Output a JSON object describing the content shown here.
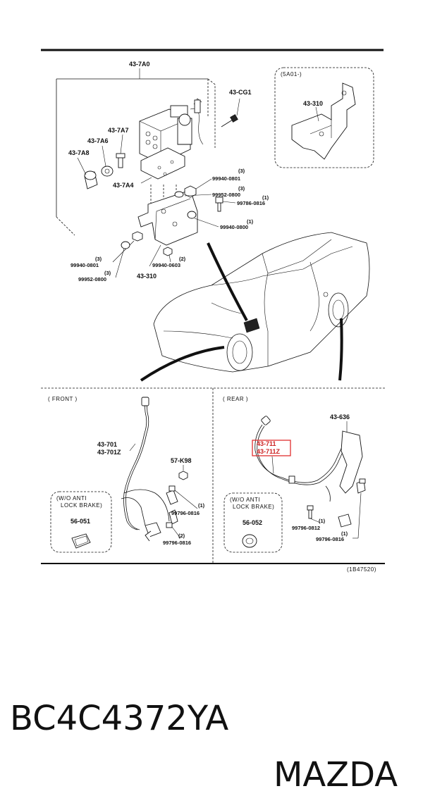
{
  "diagram": {
    "labels": {
      "hu_assembly": "43-7A0",
      "bracket_group": "43-CG1",
      "model_code": "(5A01-)",
      "bracket_inset": "43-310",
      "relay": "43-7A7",
      "cushion": "43-7A6",
      "insulator": "43-7A8",
      "holder": "43-7A4",
      "nut_0801_qty": "(3)",
      "nut_0801": "99940-0801",
      "nut_0800_qty": "(3)",
      "nut_0800": "99952-0800",
      "bolt_0816_qty": "(1)",
      "bolt_0816": "99786-0816",
      "nut_0800b_qty": "(1)",
      "nut_0800b": "99940-0800",
      "nut_0801b_qty": "(3)",
      "nut_0801b": "99940-0801",
      "nut_0800c_qty": "(3)",
      "nut_0800c": "99952-0800",
      "nut_0603_qty": "(2)",
      "nut_0603": "99940-0603",
      "bracket_main": "43-310"
    },
    "front": {
      "section_title": "( FRONT )",
      "sensor_a": "43-701",
      "sensor_b": "43-701Z",
      "grommet_label": "57-K98",
      "bolt_qty": "(1)",
      "bolt": "99796-0816",
      "bolt2_qty": "(2)",
      "bolt2": "99796-0816",
      "note_line1": "(W/O ANTI",
      "note_line2": "LOCK BRAKE)",
      "note_part": "56-051"
    },
    "rear": {
      "section_title": "( REAR )",
      "bracket_label": "43-636",
      "sensor_a": "43-711",
      "sensor_b": "43-711Z",
      "bolt_qty": "(1)",
      "bolt": "99796-0812",
      "bolt2_qty": "(1)",
      "bolt2": "99796-0816",
      "note_line1": "(W/O ANTI",
      "note_line2": "LOCK BRAKE)",
      "note_part": "56-052"
    },
    "figure_id": "(1B47520)"
  },
  "footer": {
    "part_number": "BC4C4372YA",
    "brand": "MAZDA"
  },
  "colors": {
    "highlight": "#e03030",
    "ink": "#111111"
  }
}
